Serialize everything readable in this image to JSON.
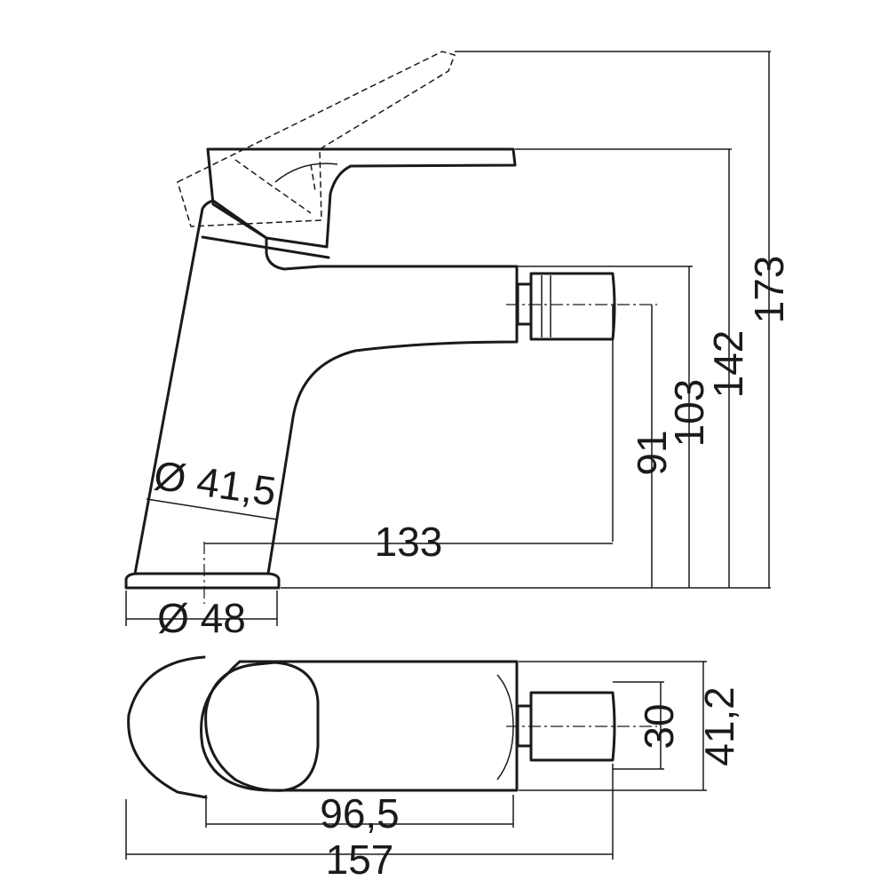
{
  "dimensions": {
    "height_total": "173",
    "height_lever": "142",
    "height_outlet": "103",
    "height_spout": "91",
    "reach": "133",
    "body_diameter": "Ø 41,5",
    "base_diameter": "Ø 48",
    "top_inner_length": "96,5",
    "top_total_length": "157",
    "top_nozzle": "30",
    "top_body_width": "41,2"
  }
}
